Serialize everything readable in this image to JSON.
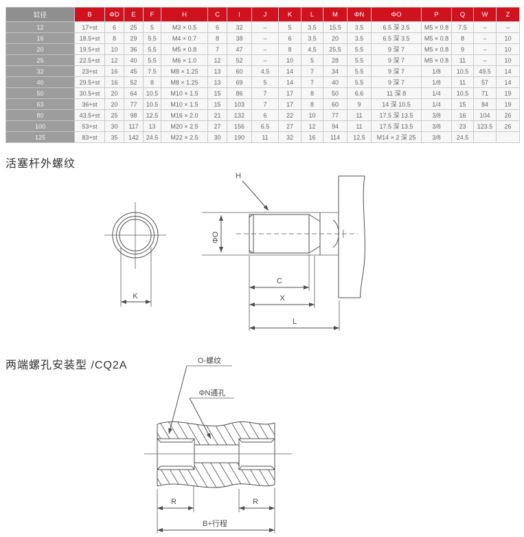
{
  "table": {
    "columns": [
      "缸径",
      "B",
      "ΦD",
      "E",
      "F",
      "H",
      "C",
      "I",
      "J",
      "K",
      "L",
      "M",
      "ΦN",
      "ΦO",
      "P",
      "Q",
      "W",
      "Z"
    ],
    "rows": [
      [
        "12",
        "17+st",
        "6",
        "25",
        "5",
        "M3 × 0.5",
        "6",
        "32",
        "–",
        "5",
        "3.5",
        "15.5",
        "3.5",
        "6.5 深 3.5",
        "M5 × 0.8",
        "7.5",
        "–",
        "–"
      ],
      [
        "16",
        "18.5+st",
        "8",
        "29",
        "5.5",
        "M4 × 0.7",
        "8",
        "38",
        "–",
        "6",
        "3.5",
        "20",
        "3.5",
        "6.5 深 3.5",
        "M5 × 0.8",
        "8",
        "–",
        "10"
      ],
      [
        "20",
        "19.5+st",
        "10",
        "36",
        "5.5",
        "M5 × 0.8",
        "7",
        "47",
        "–",
        "8",
        "4.5",
        "25.5",
        "5.5",
        "9 深 7",
        "M5 × 0.8",
        "9",
        "–",
        "10"
      ],
      [
        "25",
        "22.5+st",
        "12",
        "40",
        "5.5",
        "M6 × 1.0",
        "12",
        "52",
        "–",
        "10",
        "5",
        "28",
        "5.5",
        "9 深 7",
        "M5 × 0.8",
        "11",
        "–",
        "10"
      ],
      [
        "32",
        "23+st",
        "16",
        "45",
        "7.5",
        "M8 × 1.25",
        "13",
        "60",
        "4.5",
        "14",
        "7",
        "34",
        "5.5",
        "9 深 7",
        "1/8",
        "10.5",
        "49.5",
        "14"
      ],
      [
        "40",
        "29.5+st",
        "16",
        "52",
        "8",
        "M8 × 1.25",
        "13",
        "69",
        "5",
        "14",
        "7",
        "40",
        "5.5",
        "9 深 7",
        "1/8",
        "11",
        "57",
        "14"
      ],
      [
        "50",
        "30.5+st",
        "20",
        "64",
        "10.5",
        "M10 × 1.5",
        "15",
        "86",
        "7",
        "17",
        "8",
        "50",
        "6.6",
        "11 深 8",
        "1/4",
        "10.5",
        "71",
        "19"
      ],
      [
        "63",
        "36+st",
        "20",
        "77",
        "10.5",
        "M10 × 1.5",
        "15",
        "103",
        "7",
        "17",
        "8",
        "60",
        "9",
        "14 深 10.5",
        "1/4",
        "15",
        "84",
        "19"
      ],
      [
        "80",
        "43.5+st",
        "25",
        "98",
        "12.5",
        "M16 × 2.0",
        "21",
        "132",
        "6",
        "22",
        "10",
        "77",
        "11",
        "17.5 深 13.5",
        "3/8",
        "16",
        "104",
        "26"
      ],
      [
        "100",
        "53+st",
        "30",
        "117",
        "13",
        "M20 × 2.5",
        "27",
        "156",
        "6.5",
        "27",
        "12",
        "94",
        "11",
        "17.5 深 13.5",
        "3/8",
        "23",
        "123.5",
        "26"
      ],
      [
        "125",
        "83+st",
        "35",
        "142",
        "24.5",
        "M22 × 2.5",
        "30",
        "190",
        "11",
        "32",
        "16",
        "114",
        "12.5",
        "M14 × 2 深 25",
        "3/8",
        "24.5",
        "",
        ""
      ]
    ]
  },
  "sections": {
    "rod_thread_title": "活塞杆外螺纹",
    "mount_title": "两端螺孔安装型 /CQ2A"
  },
  "diagram1": {
    "labels": {
      "k": "K",
      "h": "H",
      "phi_o": "ΦO",
      "c": "C",
      "x": "X",
      "l": "L"
    }
  },
  "diagram2": {
    "labels": {
      "o_thread": "O-螺纹",
      "n_hole": "ΦN通孔",
      "r_left": "R",
      "r_right": "R",
      "b_stroke": "B+行程"
    }
  },
  "colors": {
    "table_header_red": "#d0121f",
    "bore_column_gray": "#9d9d9d"
  }
}
